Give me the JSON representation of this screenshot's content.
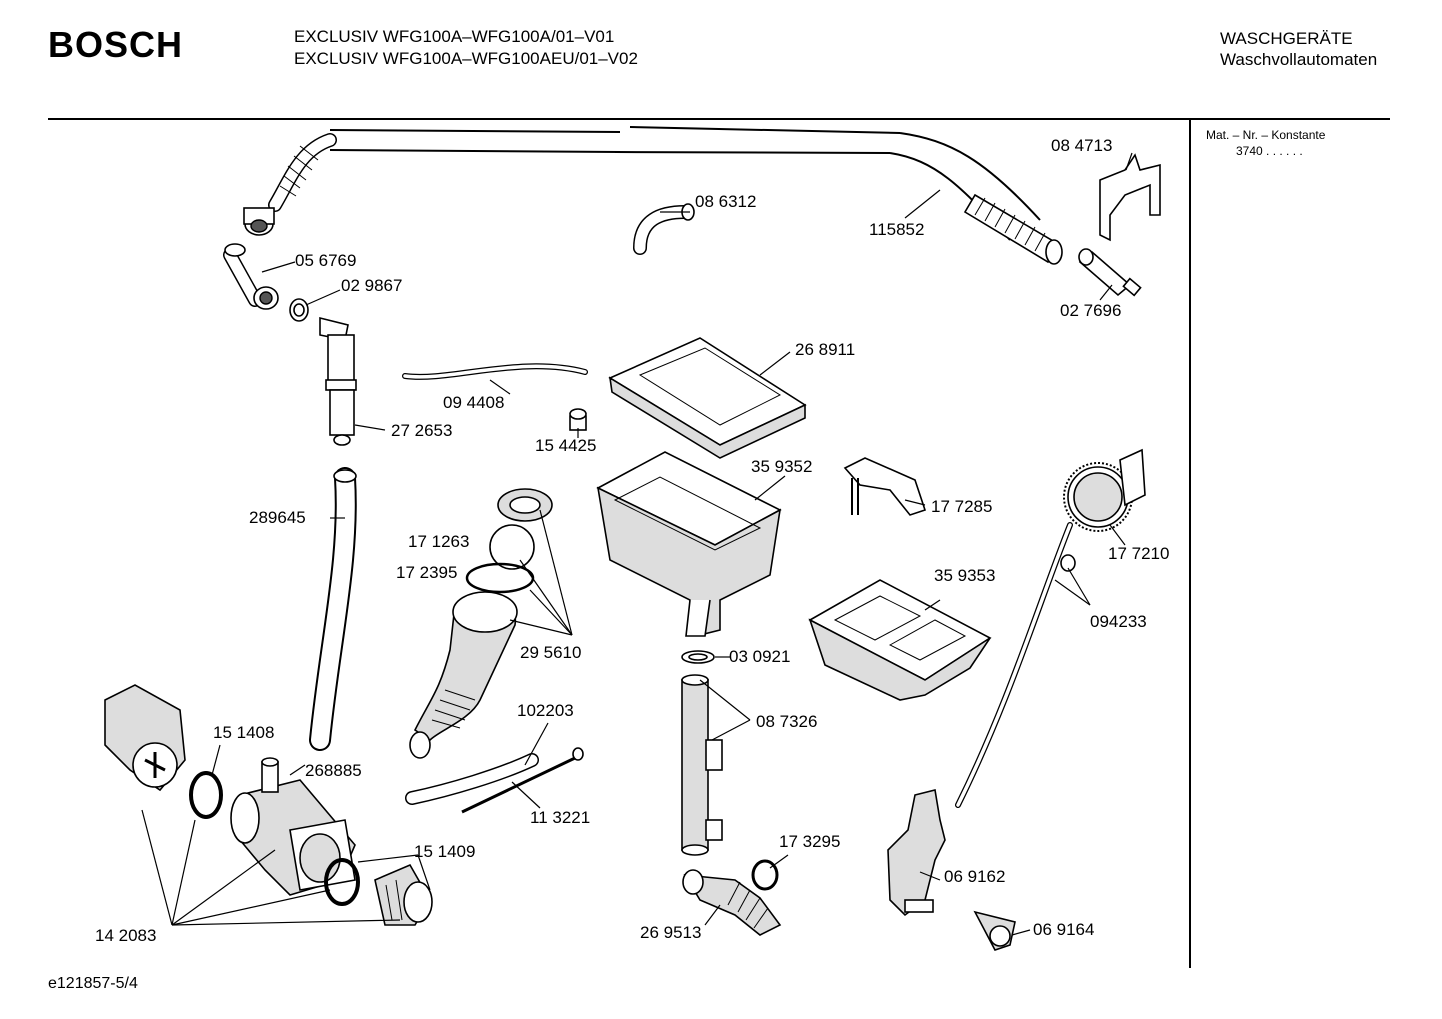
{
  "header": {
    "brand": "BOSCH",
    "model_line_1": "EXCLUSIV WFG100A–WFG100A/01–V01",
    "model_line_2": "EXCLUSIV WFG100A–WFG100AEU/01–V02",
    "category_line_1": "WASCHGERÄTE",
    "category_line_2": "Waschvollautomaten"
  },
  "sidebar": {
    "material_label": "Mat. – Nr. – Konstante",
    "constant": "3740  .  .  .  .  .  ."
  },
  "footer": {
    "diagram_id": "e121857-5/4"
  },
  "parts": {
    "p084713": "08 4713",
    "p086312": "08 6312",
    "p115852": "115852",
    "p056769": "05 6769",
    "p029867": "02 9867",
    "p027696": "02 7696",
    "p268911": "26 8911",
    "p094408": "09 4408",
    "p272653": "27 2653",
    "p154425": "15 4425",
    "p359352": "35 9352",
    "p177285": "17 7285",
    "p289645": "289645",
    "p171263": "17 1263",
    "p172395": "17 2395",
    "p177210": "17 7210",
    "p359353": "35 9353",
    "p094233": "094233",
    "p295610": "29 5610",
    "p030921": "03 0921",
    "p102203": "102203",
    "p087326": "08 7326",
    "p151408": "15 1408",
    "p268885": "268885",
    "p113221": "11 3221",
    "p151409": "15 1409",
    "p173295": "17 3295",
    "p069162": "06 9162",
    "p142083": "14 2083",
    "p269513": "26 9513",
    "p069164": "06 9164"
  }
}
